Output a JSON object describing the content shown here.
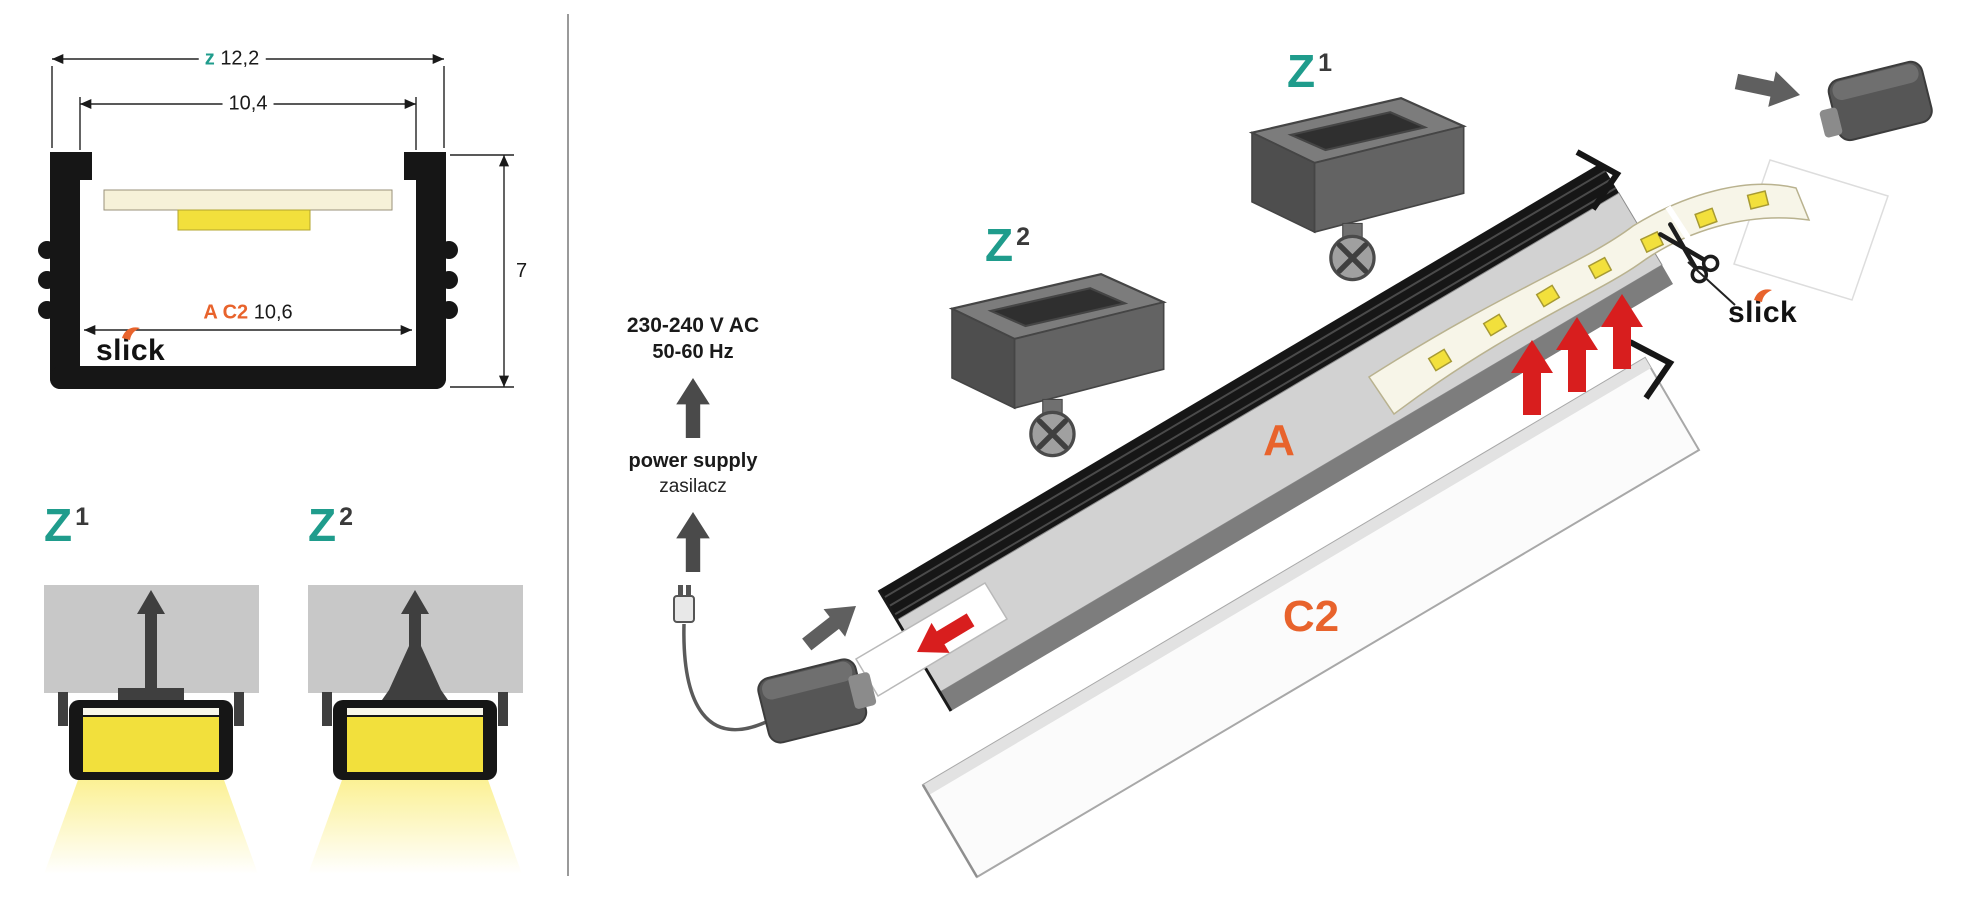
{
  "colors": {
    "teal": "#1f9c8c",
    "orange": "#e8632c",
    "red": "#d81e1e",
    "profile_black": "#161616",
    "led_yellow": "#f2e03c",
    "beam_yellow": "#fbf08f",
    "ceiling_gray": "#c8c8c8",
    "clip_gray": "#5f5f5f"
  },
  "left_panel": {
    "cross_section": {
      "dim_top": {
        "prefix": "z",
        "value": "12,2"
      },
      "dim_opening": "10,4",
      "dim_inner": {
        "prefix": "A C2",
        "value": "10,6"
      },
      "dim_height": "7",
      "brand": "slick"
    },
    "mounting_views": [
      {
        "label": "Z",
        "sup": "1"
      },
      {
        "label": "Z",
        "sup": "2"
      }
    ]
  },
  "right_panel": {
    "clips": [
      {
        "label": "Z",
        "sup": "2"
      },
      {
        "label": "Z",
        "sup": "1"
      }
    ],
    "power": {
      "voltage": "230-240 V AC",
      "frequency": "50-60 Hz",
      "label_en": "power supply",
      "label_pl": "zasilacz"
    },
    "profile_label": "A",
    "diffuser_label": "C2",
    "brand": "slick"
  }
}
